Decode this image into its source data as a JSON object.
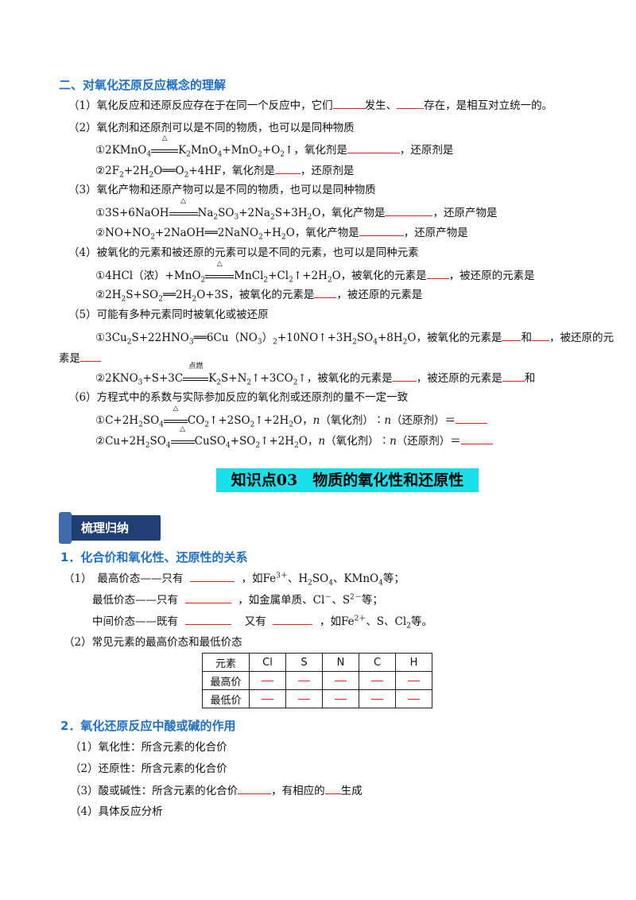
{
  "section2_title": "二、对氧化还原反应概念的理解",
  "items": {
    "i1_a": "（1）氧化反应和还原反应存在于在同一个反应中，它们",
    "i1_b": "发生、",
    "i1_c": "存在，是相互对立统一的。",
    "i2": "（2）氧化剂和还原剂可以是不同的物质，也可以是同种物质",
    "i2_1_pre": "①2KMnO",
    "i2_1_mid": "K",
    "i2_1_rest": "，氧化剂是",
    "i2_1_end": "，还原剂是",
    "i2_2": "②2F",
    "i2_2_mid": "，氧化剂是",
    "i2_2_end": "，还原剂是",
    "i3": "（3）氧化产物和还原产物可以是不同的物质，也可以是同种物质",
    "i3_1_a": "，氧化产物是",
    "i3_1_b": "，还原产物是",
    "i3_2_a": "，氧化产物是",
    "i3_2_b": "，还原产物是",
    "i4": "（4）被氧化的元素和被还原的元素可以是不同的元素，也可以是同种元素",
    "i4_1_a": "，被氧化的元素是",
    "i4_1_b": "，被还原的元素是",
    "i4_2_a": "，被氧化的元素是",
    "i4_2_b": "，被还原的元素是",
    "i5": "（5）可能有多种元素同时被氧化或被还原",
    "i5_1_a": "，被氧化的元素是",
    "i5_1_b": "和",
    "i5_1_c": "，被还原的元",
    "i5_1_d": "素是",
    "i5_2_a": "，被氧化的元素是",
    "i5_2_b": "，被还原的元素是",
    "i5_2_c": "和",
    "i6": "（6）方程式中的系数与实际参加反应的氧化剂或还原剂的量不一定一致",
    "i6_ratio": "（氧化剂）∶",
    "i6_ratio2": "（还原剂）＝",
    "n": "n"
  },
  "cond": {
    "heat": "△",
    "ignite": "点燃"
  },
  "banner": "知识点03　物质的氧化性和还原性",
  "tag": "梳理归纳",
  "s1_title": "1．化合价和氧化性、还原性的关系",
  "s1": {
    "r1_a": "（1）　最高价态——只有",
    "r1_b": "，如Fe",
    "r1_sup": "3＋",
    "r1_c": "、H",
    "r1_d": "SO",
    "r1_e": "、KMnO",
    "r1_f": "等；",
    "r2_a": "最低价态——只有",
    "r2_b": "，如金属单质、Cl",
    "r2_sup1": "－",
    "r2_c": "、S",
    "r2_sup2": "2－",
    "r2_d": "等；",
    "r3_a": "中间价态——既有",
    "r3_b": "又有",
    "r3_c": "，如Fe",
    "r3_sup": "2＋",
    "r3_d": "、S、Cl",
    "r3_e": "等。",
    "r4": "（2）常见元素的最高价态和最低价态"
  },
  "table": {
    "header": [
      "元素",
      "Cl",
      "S",
      "N",
      "C",
      "H"
    ],
    "rows": [
      "最高价",
      "最低价"
    ]
  },
  "s2_title": "2．氧化还原反应中酸或碱的作用",
  "s2": {
    "l1": "（1）氧化性：所含元素的化合价",
    "l2": "（2）还原性：所含元素的化合价",
    "l3_a": "（3）酸或碱性：所含元素的化合价",
    "l3_b": "，有相应的",
    "l3_c": "生成",
    "l4": "（4）具体反应分析"
  },
  "colors": {
    "heading": "#1f6fc4",
    "banner": "#19e0ea",
    "tag": "#1f3f72",
    "blank": "#dd2222"
  }
}
